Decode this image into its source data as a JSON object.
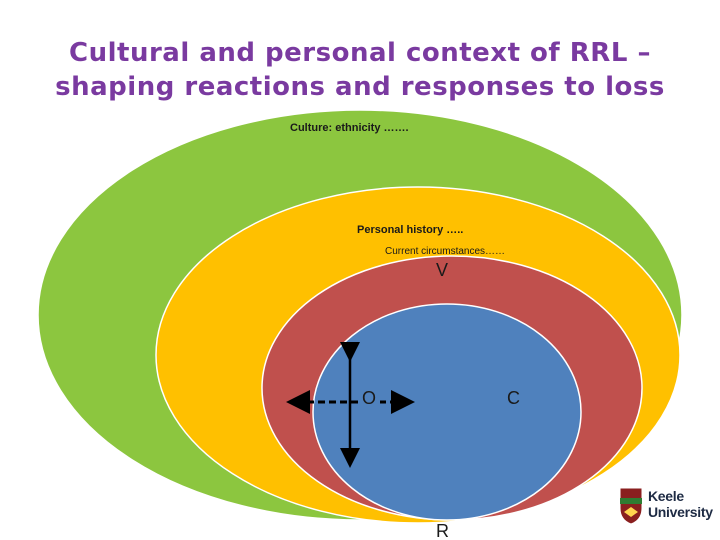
{
  "title": {
    "line1": "Cultural and personal context of RRL –",
    "line2": "shaping reactions and responses to loss"
  },
  "layers": [
    {
      "name": "culture",
      "label": "Culture: ethnicity …….",
      "color": "#8cc63f"
    },
    {
      "name": "personal-history",
      "label": "Personal history …..",
      "color": "#ffc000"
    },
    {
      "name": "current-circumstances",
      "label": "Current circumstances……",
      "color": "#c0504d"
    },
    {
      "name": "core",
      "label": "",
      "color": "#4f81bd"
    }
  ],
  "letters": {
    "v": "V",
    "o": "O",
    "c": "C",
    "r": "R"
  },
  "logo": {
    "line1": "Keele",
    "line2": "University"
  }
}
